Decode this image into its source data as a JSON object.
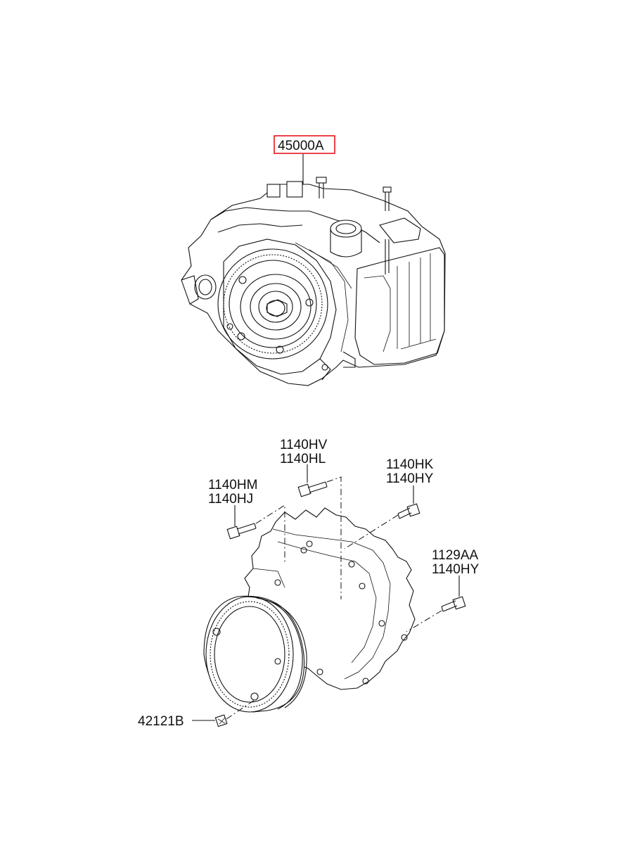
{
  "labels": {
    "assembly": "45000A",
    "bolt_top_center_1": "1140HV",
    "bolt_top_center_2": "1140HL",
    "bolt_left_1": "1140HM",
    "bolt_left_2": "1140HJ",
    "bolt_right_1": "1140HK",
    "bolt_right_2": "1140HY",
    "bolt_lower_right_1": "1129AA",
    "bolt_lower_right_2": "1140HY",
    "converter_bolt": "42121B"
  },
  "colors": {
    "highlight_box": "#e8141c",
    "line": "#111111"
  }
}
